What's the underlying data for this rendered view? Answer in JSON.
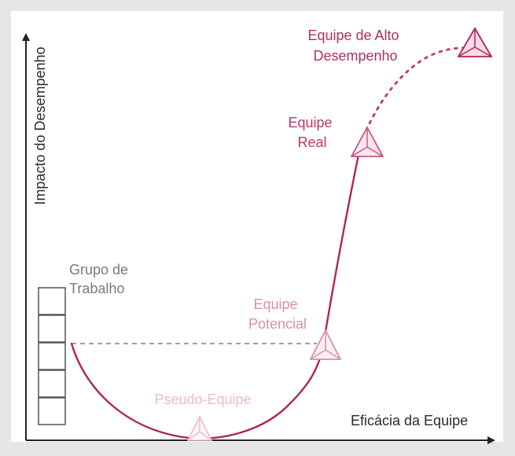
{
  "diagram": {
    "y_axis_label": "Impacto do Desempenho",
    "x_axis_label": "Eficácia da Equipe",
    "stages": [
      {
        "id": "grupo",
        "lines": [
          "Grupo de",
          "Trabalho"
        ]
      },
      {
        "id": "pseudo",
        "lines": [
          "Pseudo-Equipe"
        ]
      },
      {
        "id": "potencial",
        "lines": [
          "Equipe",
          "Potencial"
        ]
      },
      {
        "id": "real",
        "lines": [
          "Equipe",
          "Real"
        ]
      },
      {
        "id": "alto",
        "lines": [
          "Equipe de Alto",
          "Desempenho"
        ]
      }
    ],
    "colors": {
      "curve": "#b0245a",
      "curve_dotted": "#c23a6a",
      "dashed_reference": "#666666",
      "axis": "#222222",
      "label_dark": "#2a2a2a",
      "label_grey": "#7a7a7a",
      "alto_label": "#b03060",
      "real_label": "#b83a66",
      "potencial_label": "#d98fa8",
      "pseudo_label": "#efb9c8"
    }
  }
}
